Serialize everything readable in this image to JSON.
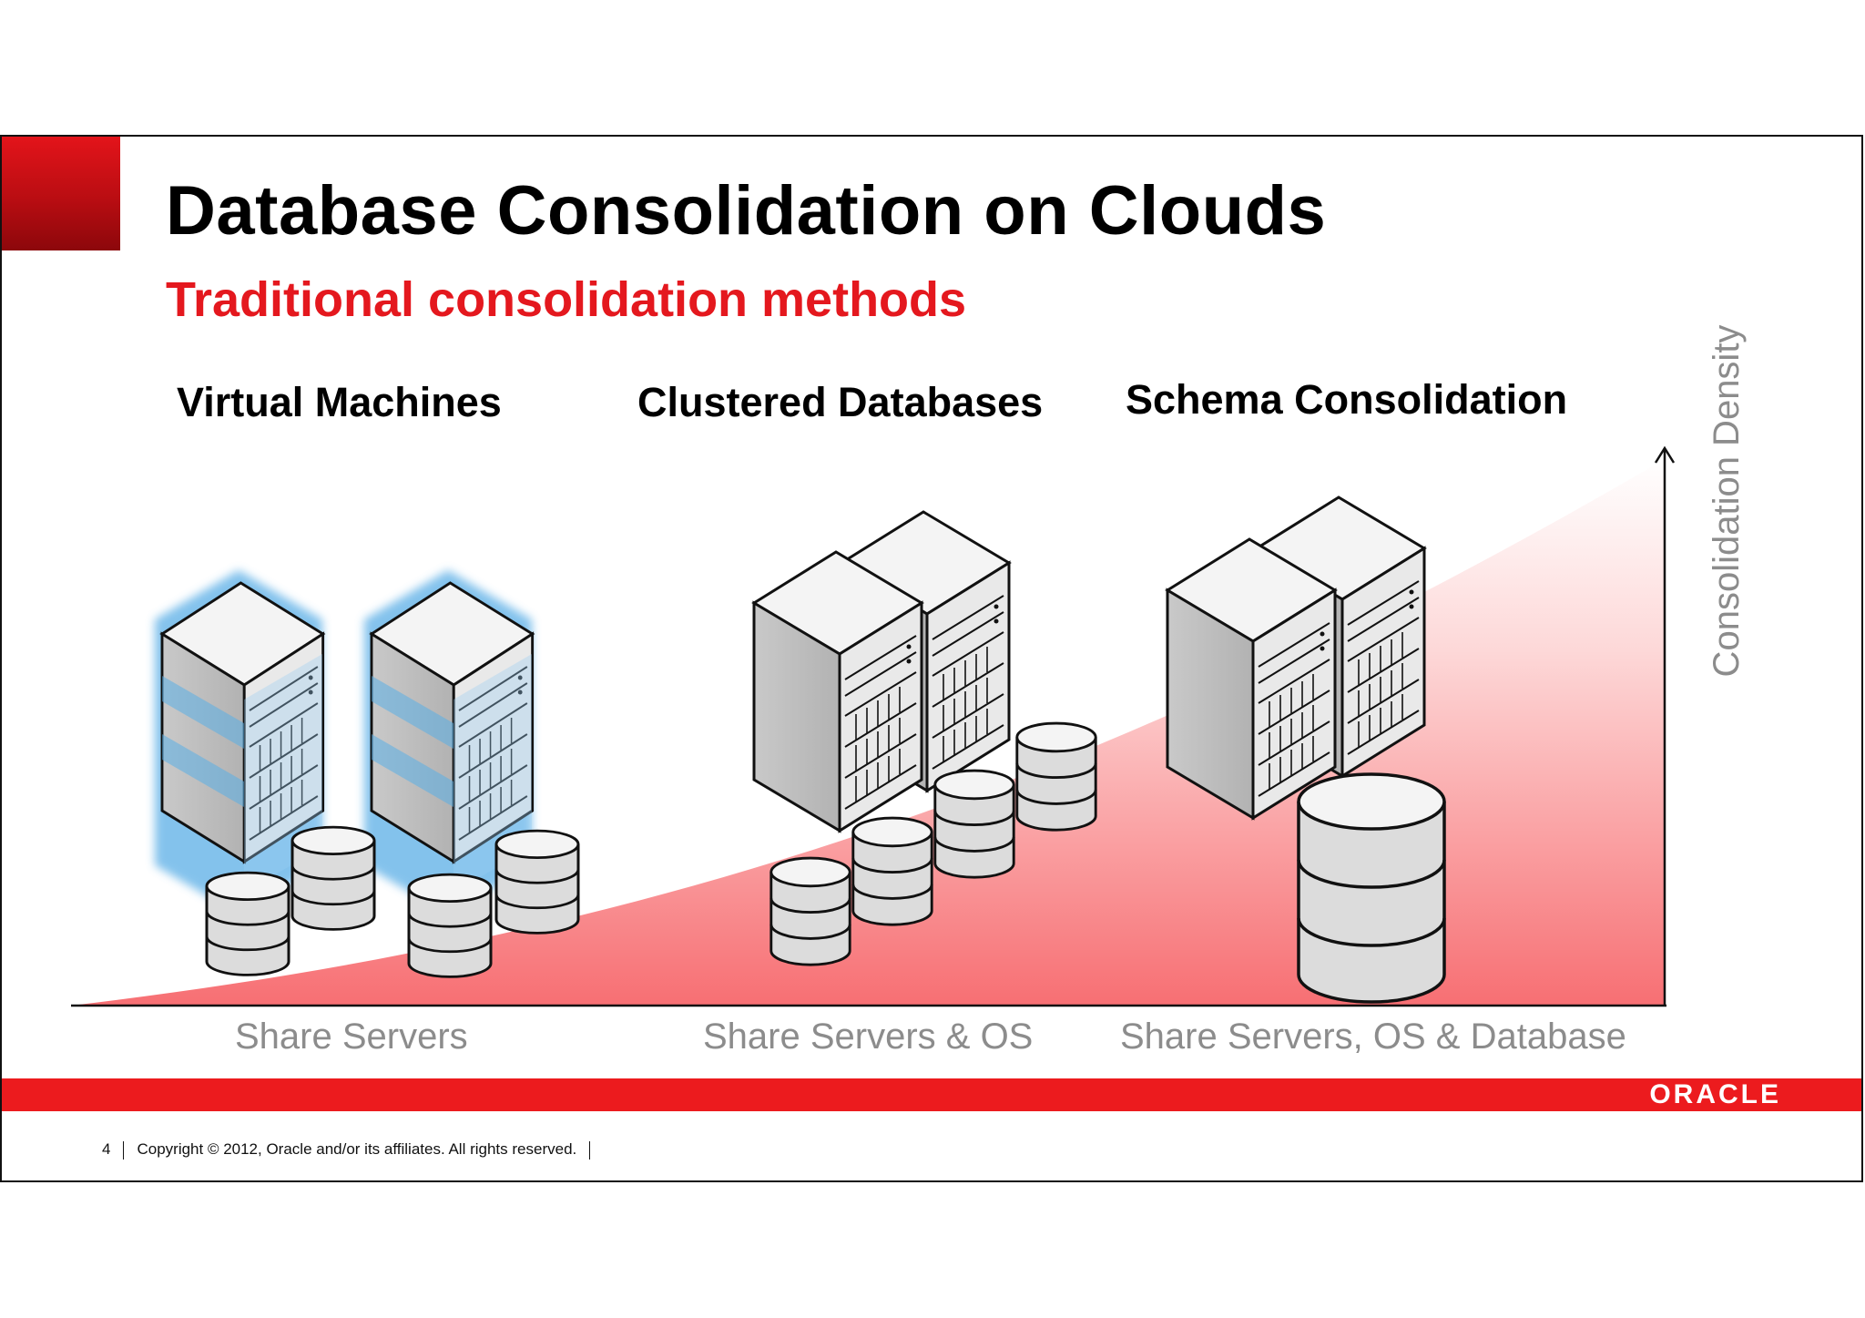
{
  "title": "Database Consolidation on Clouds",
  "subtitle": "Traditional consolidation methods",
  "columns": [
    {
      "heading": "Virtual Machines",
      "caption": "Share Servers"
    },
    {
      "heading": "Clustered Databases",
      "caption": "Share Servers & OS"
    },
    {
      "heading": "Schema Consolidation",
      "caption": "Share Servers, OS & Database"
    }
  ],
  "axis_label": "Consolidation Density",
  "brand": "ORACLE",
  "footer": {
    "page_number": "4",
    "copyright": "Copyright © 2012, Oracle and/or its affiliates. All rights reserved."
  },
  "colors": {
    "accent_red": "#ec1b1e",
    "subtitle_red": "#e4181e",
    "vm_glow_blue": "#5aaee6",
    "caption_gray": "#8c8c8c"
  },
  "icons": [
    "server-rack-icon",
    "database-cylinder-icon",
    "up-arrow-icon"
  ]
}
